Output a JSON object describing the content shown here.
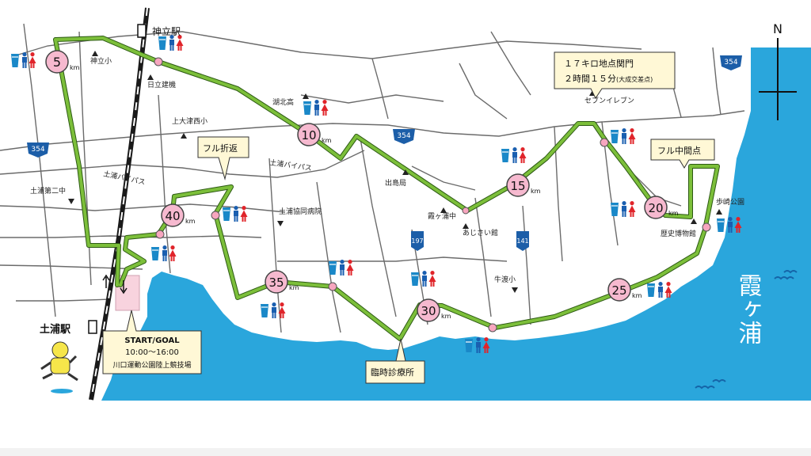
{
  "colors": {
    "water": "#2aa6dc",
    "course": "#7cbf3a",
    "km_marker": "#f6b9cf",
    "checkpoint": "#f7a6bf",
    "road": "#6b6b6b",
    "callout": "#fff8d6",
    "aid_cup": "#1a88c8",
    "man": "#1a5fb0",
    "woman": "#e0242a",
    "route_badge": "#1c5ea8"
  },
  "compass": {
    "label": "N"
  },
  "lake": {
    "name": "霞ヶ浦"
  },
  "stations": {
    "kandatsu": "神立駅",
    "tsuchiura": "土浦駅"
  },
  "km_markers": [
    {
      "value": "5",
      "unit": "km"
    },
    {
      "value": "10",
      "unit": "km"
    },
    {
      "value": "15",
      "unit": "km"
    },
    {
      "value": "20",
      "unit": "km"
    },
    {
      "value": "25",
      "unit": "km"
    },
    {
      "value": "30",
      "unit": "km"
    },
    {
      "value": "35",
      "unit": "km"
    },
    {
      "value": "40",
      "unit": "km"
    }
  ],
  "route_badges": [
    "354",
    "354",
    "354",
    "197",
    "141"
  ],
  "callouts": {
    "checkpoint": {
      "line1": "１７キロ地点関門",
      "line2": "２時間１５分",
      "line2_small": "(大成交差点)"
    },
    "full_turn": "フル折返",
    "full_mid": "フル中間点",
    "clinic": "臨時診療所",
    "start_goal": {
      "title": "START/GOAL",
      "time": "10:00〜16:00",
      "venue": "川口運動公園陸上競技場"
    }
  },
  "landmarks": [
    "神立小",
    "日立建機",
    "湖北高",
    "上大津西小",
    "土浦バイパス",
    "土浦バイパス",
    "土浦第二中",
    "出島局",
    "土浦協同病院",
    "霞ヶ浦中",
    "あじさい館",
    "セブンイレブン",
    "歩崎公園",
    "歴史博物館",
    "牛渡小"
  ]
}
